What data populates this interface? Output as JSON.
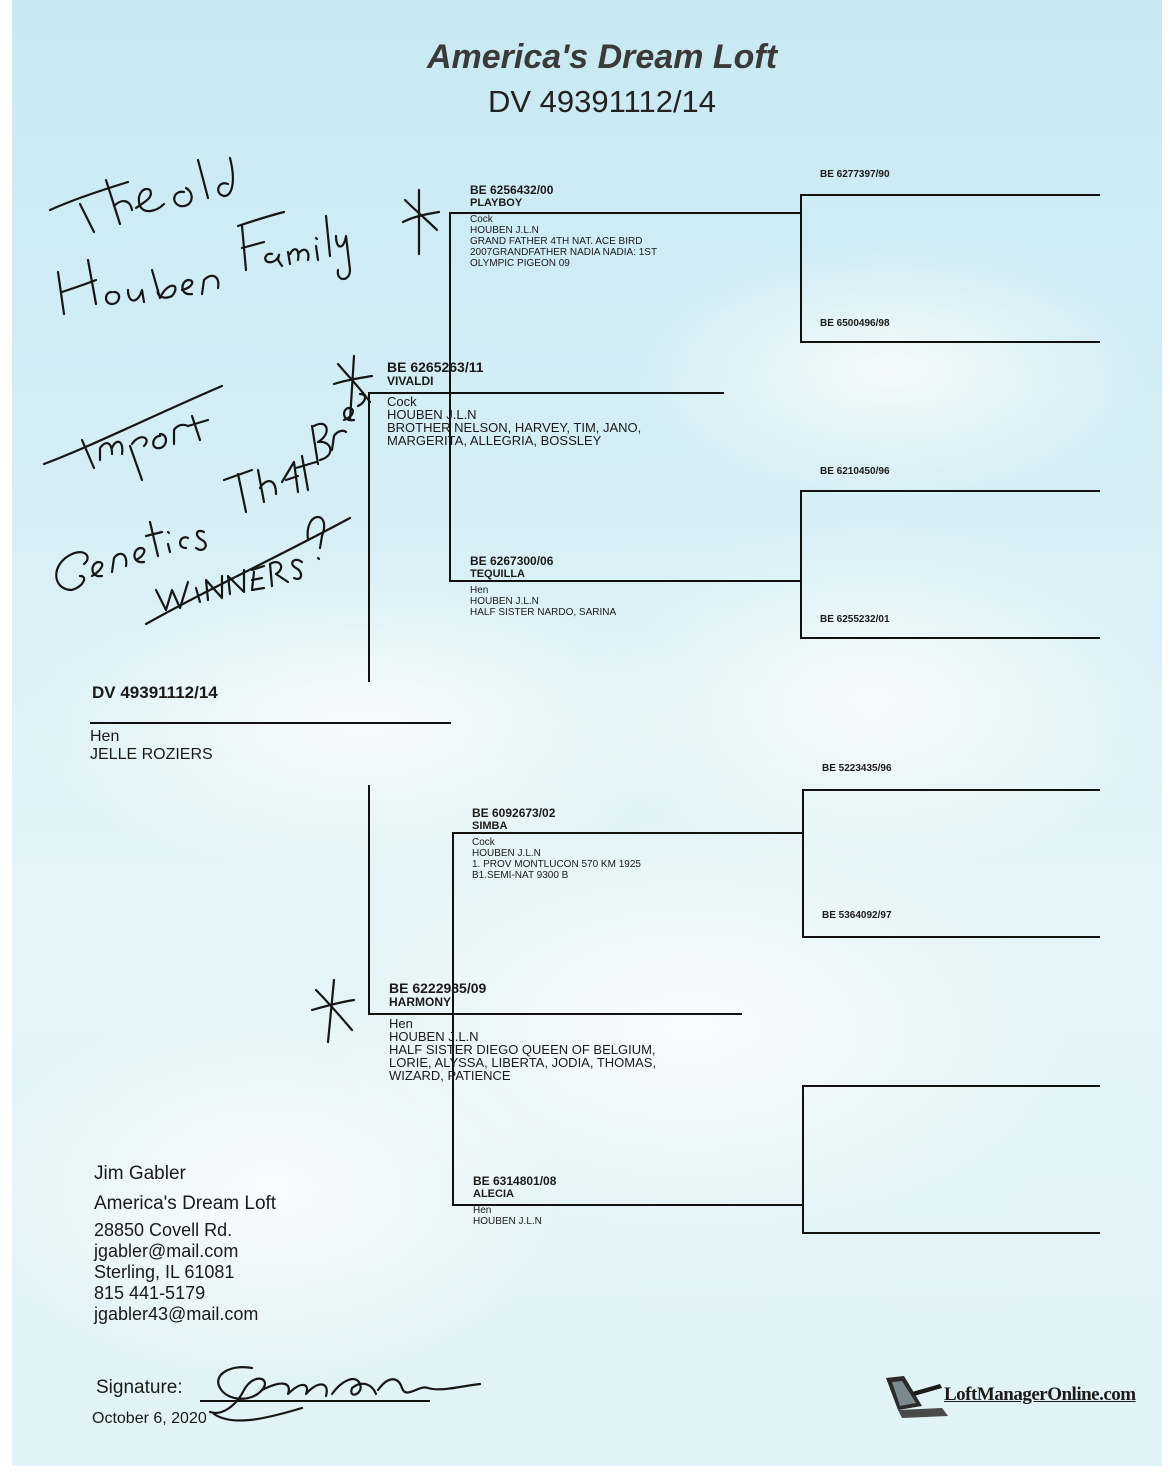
{
  "header": {
    "loft_name": "America's Dream Loft",
    "bird_id": "DV 49391112/14"
  },
  "subject": {
    "ring": "DV 49391112/14",
    "sex": "Hen",
    "breeder": "JELLE ROZIERS"
  },
  "sire": {
    "ring": "BE 6265263/11",
    "name": "VIVALDI",
    "sex": "Cock",
    "breeder": "HOUBEN J.L.N",
    "notes": [
      "BROTHER NELSON, HARVEY, TIM, JANO,",
      "MARGERITA, ALLEGRIA, BOSSLEY"
    ]
  },
  "dam": {
    "ring": "BE 6222985/09",
    "name": "HARMONY",
    "sex": "Hen",
    "breeder": "HOUBEN J.L.N",
    "notes": [
      "HALF SISTER DIEGO QUEEN OF BELGIUM,",
      "LORIE, ALYSSA, LIBERTA, JODIA, THOMAS,",
      "WIZARD, PATIENCE"
    ]
  },
  "sire_sire": {
    "ring": "BE 6256432/00",
    "name": "PLAYBOY",
    "sex": "Cock",
    "breeder": "HOUBEN J.L.N",
    "notes": [
      "GRAND FATHER 4TH NAT. ACE BIRD",
      "2007GRANDFATHER NADIA NADIA: 1ST",
      "OLYMPIC PIGEON 09"
    ]
  },
  "sire_dam": {
    "ring": "BE 6267300/06",
    "name": "TEQUILLA",
    "sex": "Hen",
    "breeder": "HOUBEN J.L.N",
    "notes": [
      "HALF SISTER NARDO, SARINA"
    ]
  },
  "dam_sire": {
    "ring": "BE 6092673/02",
    "name": "SIMBA",
    "sex": "Cock",
    "breeder": "HOUBEN J.L.N",
    "notes": [
      "1. PROV MONTLUCON 570 KM 1925",
      "B1.SEMI-NAT 9300 B"
    ]
  },
  "dam_dam": {
    "ring": "BE 6314801/08",
    "name": "ALECIA",
    "sex": "Hen",
    "breeder": "HOUBEN J.L.N",
    "notes": []
  },
  "great_grandparents": [
    "BE 6277397/90",
    "BE 6500496/98",
    "BE 6210450/96",
    "BE 6255232/01",
    "BE 5223435/96",
    "BE 5364092/97"
  ],
  "contact": {
    "name": "Jim Gabler",
    "loft": "America's Dream Loft",
    "address": "28850 Covell Rd.",
    "email1": "jgabler@mail.com",
    "city": "Sterling, IL 61081",
    "phone": "815 441-5179",
    "email2": "jgabler43@mail.com"
  },
  "signature": {
    "label": "Signature:",
    "date": "October  6, 2020"
  },
  "logo": {
    "text": "LoftManagerOnline.com"
  },
  "handwriting": {
    "note1": "The old Houben Family",
    "note2": "Import",
    "note3": "Genetics That Breeds Winners"
  }
}
